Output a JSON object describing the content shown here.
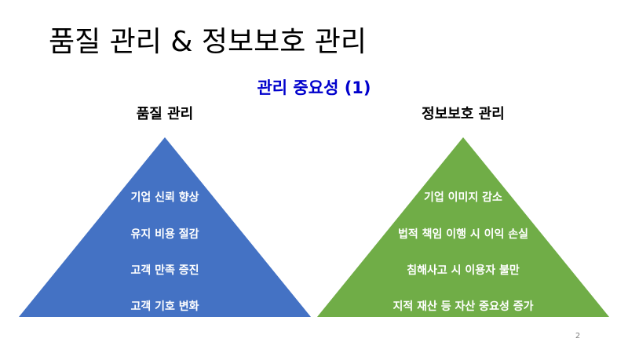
{
  "slide": {
    "title": "품질 관리 & 정보보호 관리",
    "subtitle": "관리 중요성 (1)",
    "subtitle_color": "#0000CC",
    "page_number": "2"
  },
  "left_pyramid": {
    "heading": "품질 관리",
    "color": "#4472C4",
    "items": [
      "기업 신뢰 향상",
      "유지 비용 절감",
      "고객 만족 증진",
      "고객 기호 변화"
    ]
  },
  "right_pyramid": {
    "heading": "정보보호 관리",
    "color": "#70AD47",
    "items": [
      "기업 이미지 감소",
      "법적 책임 이행 시 이익 손실",
      "침해사고 시 이용자 불만",
      "지적 재산 등 자산 중요성 증가"
    ]
  }
}
